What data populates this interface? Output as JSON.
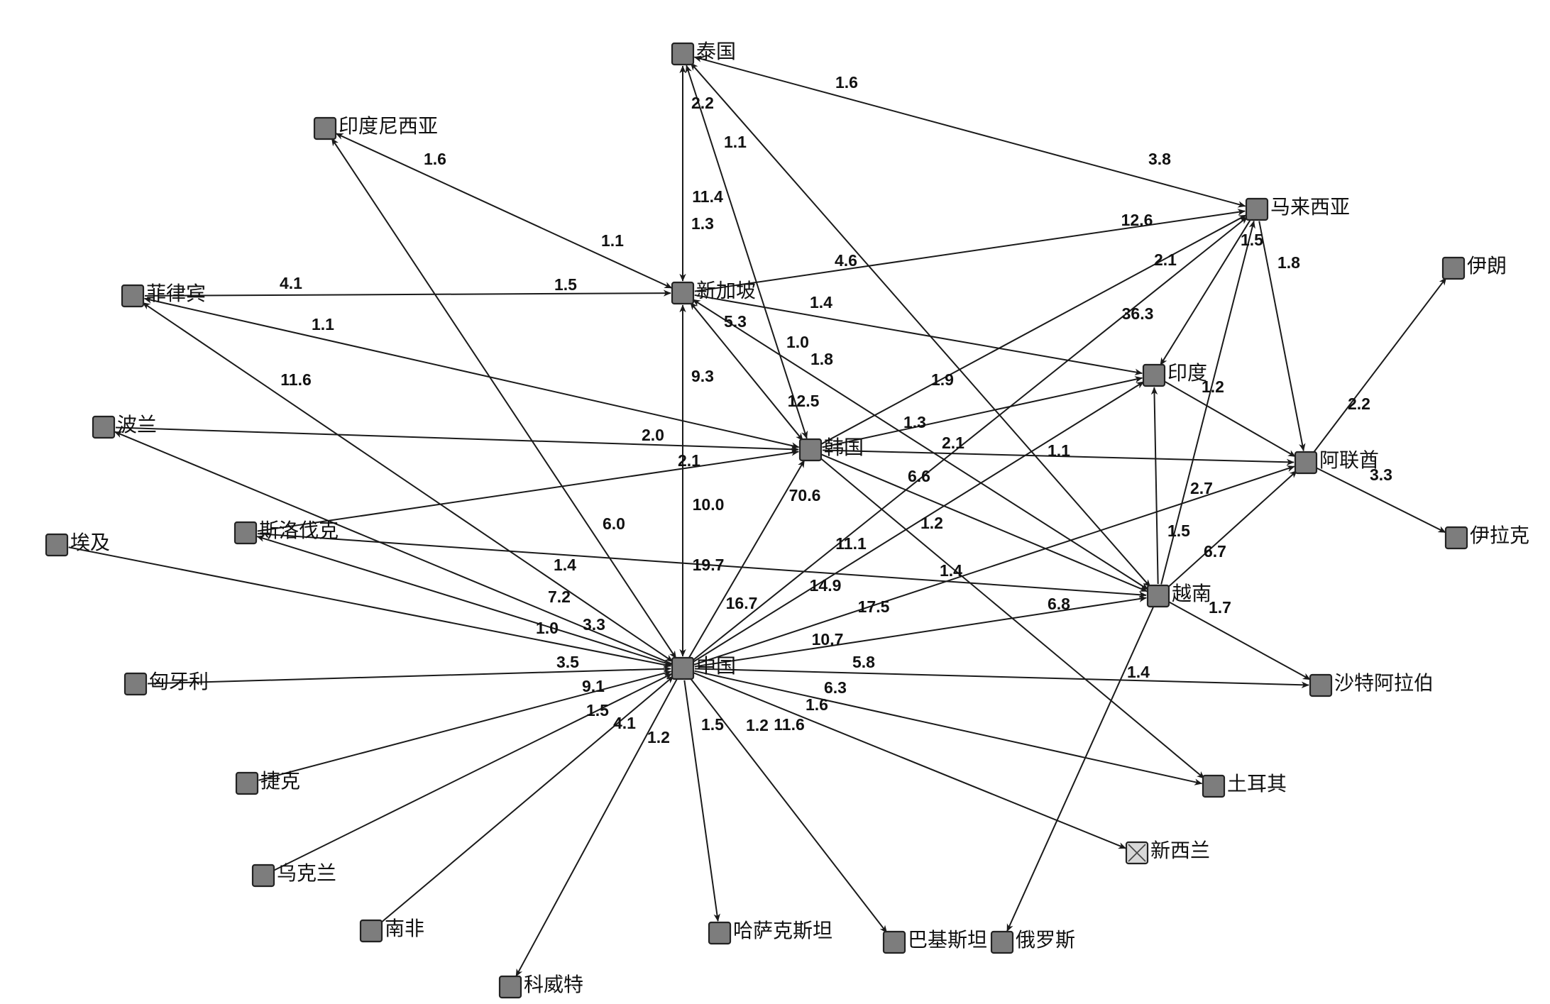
{
  "nodes": [
    {
      "id": "thailand",
      "label": "泰国"
    },
    {
      "id": "indonesia",
      "label": "印度尼西亚"
    },
    {
      "id": "malaysia",
      "label": "马来西亚"
    },
    {
      "id": "singapore",
      "label": "新加坡"
    },
    {
      "id": "philippines",
      "label": "菲律宾"
    },
    {
      "id": "iran",
      "label": "伊朗"
    },
    {
      "id": "india",
      "label": "印度"
    },
    {
      "id": "poland",
      "label": "波兰"
    },
    {
      "id": "korea",
      "label": "韩国"
    },
    {
      "id": "uae",
      "label": "阿联酋"
    },
    {
      "id": "slovakia",
      "label": "斯洛伐克"
    },
    {
      "id": "egypt",
      "label": "埃及"
    },
    {
      "id": "iraq",
      "label": "伊拉克"
    },
    {
      "id": "vietnam",
      "label": "越南"
    },
    {
      "id": "china",
      "label": "中国"
    },
    {
      "id": "hungary",
      "label": "匈牙利"
    },
    {
      "id": "saudi",
      "label": "沙特阿拉伯"
    },
    {
      "id": "czech",
      "label": "捷克"
    },
    {
      "id": "turkey",
      "label": "土耳其"
    },
    {
      "id": "ukraine",
      "label": "乌克兰"
    },
    {
      "id": "newzealand",
      "label": "新西兰",
      "style": "hatched"
    },
    {
      "id": "southafrica",
      "label": "南非"
    },
    {
      "id": "kazakhstan",
      "label": "哈萨克斯坦"
    },
    {
      "id": "pakistan",
      "label": "巴基斯坦"
    },
    {
      "id": "russia",
      "label": "俄罗斯"
    },
    {
      "id": "kuwait",
      "label": "科威特"
    }
  ],
  "edges": [
    {
      "from": "thailand",
      "to": "malaysia",
      "both": true
    },
    {
      "from": "thailand",
      "to": "singapore",
      "both": true
    },
    {
      "from": "thailand",
      "to": "korea",
      "both": true
    },
    {
      "from": "thailand",
      "to": "vietnam",
      "both": true
    },
    {
      "from": "indonesia",
      "to": "singapore",
      "both": true
    },
    {
      "from": "indonesia",
      "to": "china",
      "both": true
    },
    {
      "from": "philippines",
      "to": "singapore"
    },
    {
      "from": "philippines",
      "to": "korea",
      "both": true
    },
    {
      "from": "philippines",
      "to": "china",
      "both": true
    },
    {
      "from": "singapore",
      "to": "malaysia"
    },
    {
      "from": "singapore",
      "to": "india"
    },
    {
      "from": "singapore",
      "to": "korea",
      "both": true
    },
    {
      "from": "singapore",
      "to": "vietnam",
      "both": true
    },
    {
      "from": "singapore",
      "to": "china",
      "both": true
    },
    {
      "from": "malaysia",
      "to": "india"
    },
    {
      "from": "malaysia",
      "to": "uae"
    },
    {
      "from": "korea",
      "to": "malaysia"
    },
    {
      "from": "china",
      "to": "malaysia"
    },
    {
      "from": "vietnam",
      "to": "malaysia"
    },
    {
      "from": "korea",
      "to": "india"
    },
    {
      "from": "china",
      "to": "india"
    },
    {
      "from": "vietnam",
      "to": "india"
    },
    {
      "from": "india",
      "to": "uae"
    },
    {
      "from": "uae",
      "to": "iran"
    },
    {
      "from": "uae",
      "to": "iraq"
    },
    {
      "from": "korea",
      "to": "uae"
    },
    {
      "from": "china",
      "to": "uae"
    },
    {
      "from": "vietnam",
      "to": "uae"
    },
    {
      "from": "poland",
      "to": "korea"
    },
    {
      "from": "slovakia",
      "to": "korea"
    },
    {
      "from": "china",
      "to": "korea"
    },
    {
      "from": "korea",
      "to": "vietnam"
    },
    {
      "from": "korea",
      "to": "turkey"
    },
    {
      "from": "slovakia",
      "to": "vietnam"
    },
    {
      "from": "china",
      "to": "vietnam"
    },
    {
      "from": "vietnam",
      "to": "saudi"
    },
    {
      "from": "vietnam",
      "to": "russia"
    },
    {
      "from": "china",
      "to": "slovakia",
      "both": true
    },
    {
      "from": "china",
      "to": "poland"
    },
    {
      "from": "egypt",
      "to": "china"
    },
    {
      "from": "hungary",
      "to": "china"
    },
    {
      "from": "czech",
      "to": "china"
    },
    {
      "from": "ukraine",
      "to": "china"
    },
    {
      "from": "southafrica",
      "to": "china"
    },
    {
      "from": "china",
      "to": "kuwait"
    },
    {
      "from": "china",
      "to": "kazakhstan"
    },
    {
      "from": "china",
      "to": "pakistan"
    },
    {
      "from": "china",
      "to": "newzealand"
    },
    {
      "from": "china",
      "to": "turkey"
    },
    {
      "from": "china",
      "to": "saudi"
    }
  ],
  "edge_labels": [
    "1.6",
    "3.8",
    "2.2",
    "1.1",
    "11.4",
    "1.3",
    "1.6",
    "1.1",
    "12.6",
    "1.5",
    "1.8",
    "2.1",
    "4.6",
    "4.1",
    "1.5",
    "1.1",
    "1.4",
    "5.3",
    "1.0",
    "1.8",
    "36.3",
    "11.6",
    "9.3",
    "1.9",
    "1.2",
    "12.5",
    "1.3",
    "2.2",
    "2.0",
    "2.1",
    "2.1",
    "1.1",
    "3.3",
    "6.6",
    "10.0",
    "70.6",
    "2.7",
    "6.0",
    "1.2",
    "1.5",
    "11.1",
    "6.7",
    "1.4",
    "19.7",
    "14.9",
    "1.4",
    "1.7",
    "7.2",
    "16.7",
    "17.5",
    "6.8",
    "1.0",
    "3.3",
    "10.7",
    "3.5",
    "5.8",
    "1.4",
    "9.1",
    "6.3",
    "1.5",
    "4.1",
    "1.2",
    "1.6",
    "1.5",
    "1.2",
    "11.6"
  ]
}
